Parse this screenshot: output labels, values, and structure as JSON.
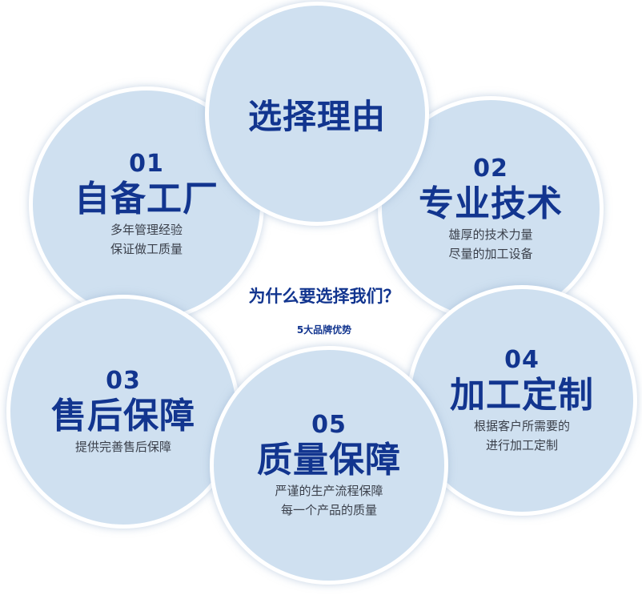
{
  "main_title": "选择理由",
  "center": {
    "question": "为什么要选择我们？",
    "subtitle": "5大品牌优势"
  },
  "items": [
    {
      "num": "01",
      "title": "自备工厂",
      "desc_lines": [
        "多年管理经验",
        "保证做工质量"
      ]
    },
    {
      "num": "02",
      "title": "专业技术",
      "desc_lines": [
        "雄厚的技术力量",
        "尽量的加工设备"
      ]
    },
    {
      "num": "03",
      "title": "售后保障",
      "desc_lines": [
        "提供完善售后保障"
      ]
    },
    {
      "num": "04",
      "title": "加工定制",
      "desc_lines": [
        "根据客户所需要的",
        "进行加工定制"
      ]
    },
    {
      "num": "05",
      "title": "质量保障",
      "desc_lines": [
        "严谨的生产流程保障",
        "每一个产品的质量"
      ]
    }
  ],
  "colors": {
    "circle_fill": "#cfe0f0",
    "accent_text": "#12358f",
    "body_text": "#3a3f4a"
  }
}
